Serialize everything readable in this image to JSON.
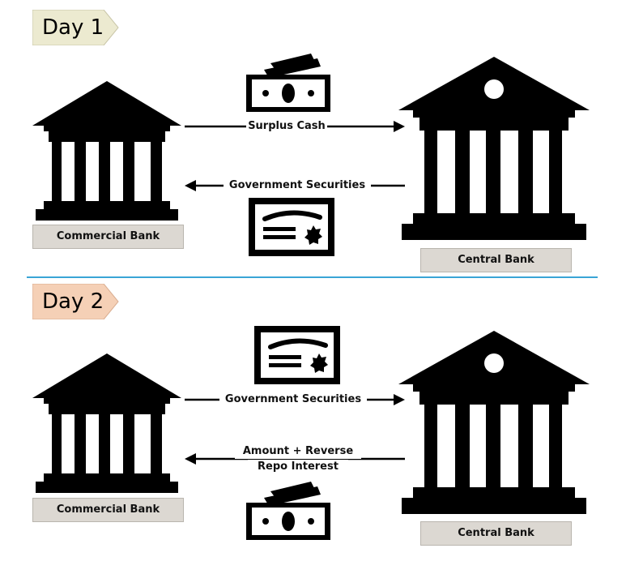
{
  "day1": {
    "tag": "Day 1",
    "tag_color": "#ecead0",
    "left_bank_label": "Commercial Bank",
    "right_bank_label": "Central Bank",
    "top_flow": {
      "label": "Surplus Cash",
      "direction": "right",
      "icon": "cash-icon"
    },
    "bottom_flow": {
      "label": "Government Securities",
      "direction": "left",
      "icon": "certificate-icon"
    }
  },
  "day2": {
    "tag": "Day 2",
    "tag_color": "#f5d0b6",
    "left_bank_label": "Commercial Bank",
    "right_bank_label": "Central Bank",
    "top_flow": {
      "label": "Government Securities",
      "direction": "right",
      "icon": "certificate-icon"
    },
    "bottom_flow": {
      "label_line1": "Amount + Reverse",
      "label_line2": "Repo Interest",
      "direction": "left",
      "icon": "cash-icon"
    }
  },
  "divider_color": "#3aa5d6"
}
